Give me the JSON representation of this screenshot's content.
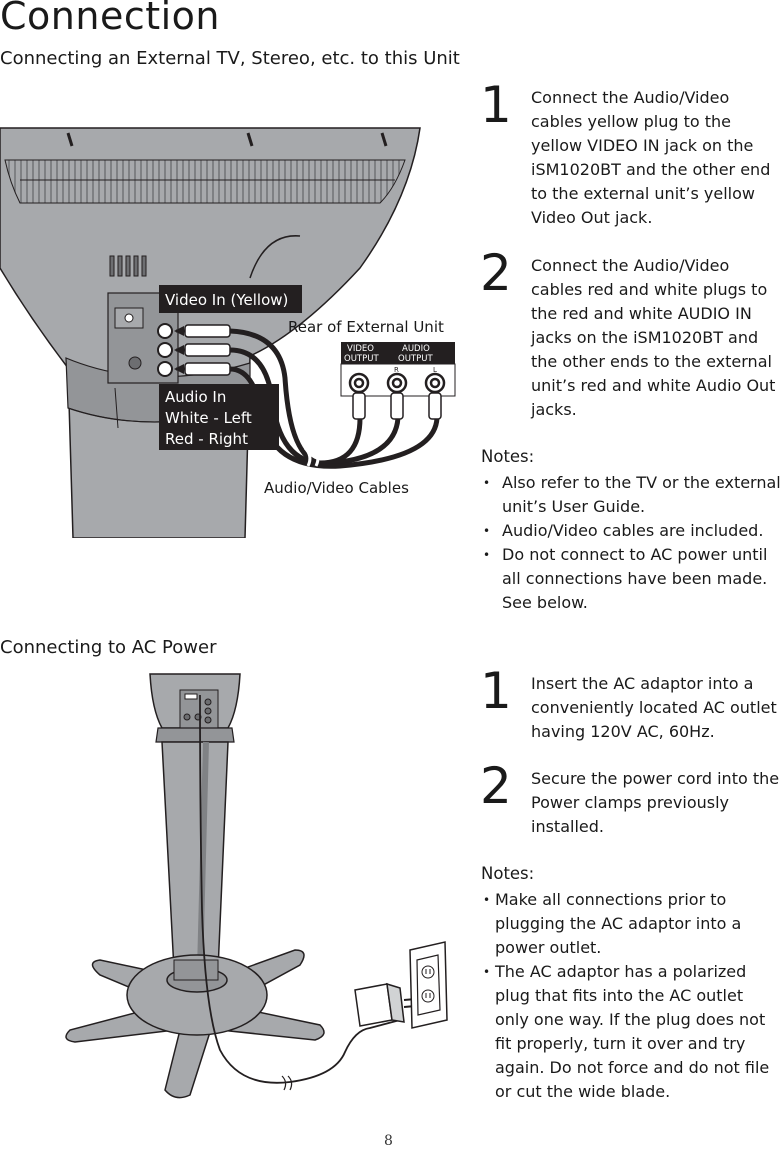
{
  "page_title": "Connection",
  "section1": {
    "heading": "Connecting an External TV, Stereo, etc. to this Unit",
    "steps": [
      {
        "number": "1",
        "text": "Connect the Audio/Video cables yellow plug to the yellow VIDEO IN jack on the iSM1020BT and the other end to the external unit’s yellow Video Out jack."
      },
      {
        "number": "2",
        "text": "Connect the Audio/Video cables red and white plugs to the red and white AUDIO IN jacks on the iSM1020BT and the other ends to the external unit’s red and white Audio Out jacks."
      }
    ],
    "notes_title": "Notes:",
    "notes": [
      "Also refer to the TV or the external unit’s User Guide.",
      "Audio/Video cables are included.",
      "Do not connect to AC power until all connections have been made. See below."
    ],
    "diagram": {
      "video_in_label": "Video In (Yellow)",
      "audio_in_lines": [
        "Audio In",
        "White - Left",
        "Red - Right"
      ],
      "rear_label": "Rear of External Unit",
      "video_output_lines": [
        "VIDEO",
        "OUTPUT"
      ],
      "audio_output_lines": [
        "AUDIO",
        "OUTPUT"
      ],
      "jack_r": "R",
      "jack_l": "L",
      "cables_label": "Audio/Video Cables"
    }
  },
  "section2": {
    "heading": "Connecting to AC Power",
    "steps": [
      {
        "number": "1",
        "text": "Insert the AC adaptor into a conveniently located AC outlet having 120V AC, 60Hz."
      },
      {
        "number": "2",
        "text": "Secure the power cord into the Power clamps previously installed."
      }
    ],
    "notes_title": "Notes:",
    "notes": [
      "Make all connections prior to plugging the AC adaptor into a power outlet.",
      "The AC adaptor has a polarized plug that fits into the AC outlet only one way. If the plug does not fit properly, turn it over and try again. Do not force and do not file or cut the wide blade."
    ]
  },
  "page_number": "8",
  "colors": {
    "unit_gray": "#a7a9ac",
    "dark_gray": "#6d6e71",
    "label_bg": "#231f20",
    "cable": "#231f20"
  }
}
